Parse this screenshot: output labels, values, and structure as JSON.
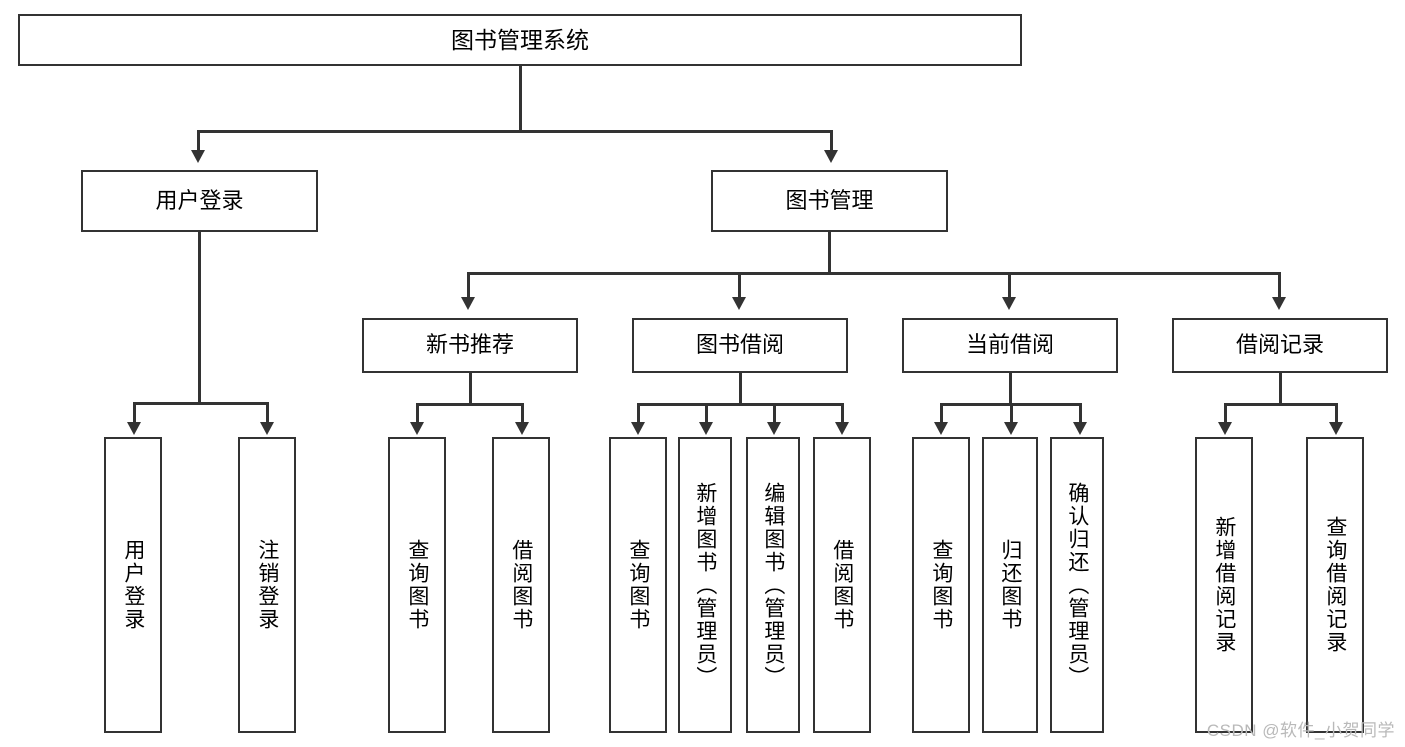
{
  "diagram": {
    "title": "图书管理系统",
    "type": "tree-hierarchy-diagram",
    "colors": {
      "background": "#ffffff",
      "border": "#333333",
      "text": "#000000",
      "watermark": "#b9b9b9"
    },
    "root": {
      "label": "图书管理系统"
    },
    "level2": [
      {
        "label": "用户登录"
      },
      {
        "label": "图书管理"
      }
    ],
    "level3": [
      {
        "label": "新书推荐"
      },
      {
        "label": "图书借阅"
      },
      {
        "label": "当前借阅"
      },
      {
        "label": "借阅记录"
      }
    ],
    "leaves": {
      "user_login": [
        {
          "label": "用户登录"
        },
        {
          "label": "注销登录"
        }
      ],
      "new_book_recommend": [
        {
          "label": "查询图书"
        },
        {
          "label": "借阅图书"
        }
      ],
      "book_borrow": [
        {
          "label": "查询图书"
        },
        {
          "label": "新增图书（管理员）"
        },
        {
          "label": "编辑图书（管理员）"
        },
        {
          "label": "借阅图书"
        }
      ],
      "current_borrow": [
        {
          "label": "查询图书"
        },
        {
          "label": "归还图书"
        },
        {
          "label": "确认归还（管理员）"
        }
      ],
      "borrow_record": [
        {
          "label": "新增借阅记录"
        },
        {
          "label": "查询借阅记录"
        }
      ]
    }
  },
  "watermark": {
    "text": "CSDN @软件_小贺同学"
  }
}
